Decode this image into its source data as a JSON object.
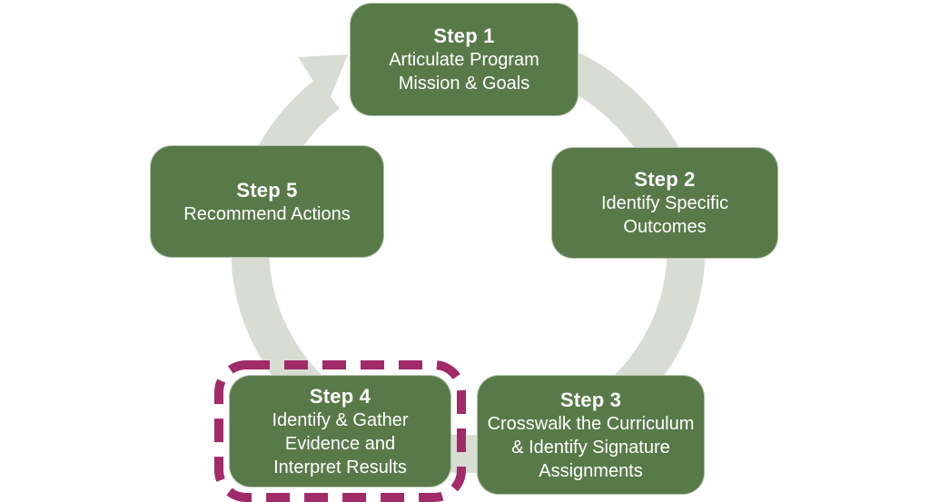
{
  "diagram": {
    "type": "cycle",
    "background_color": "#ffffff",
    "colors": {
      "box_green": "#587a49",
      "box_text": "#ffffff",
      "arrow_gray": "#d8ddd4",
      "highlight_magenta": "#a12a68"
    },
    "cycle_arrow": {
      "direction": "clockwise"
    },
    "steps": [
      {
        "title": "Step 1",
        "lines": [
          "Articulate Program",
          "Mission & Goals"
        ],
        "highlighted": false
      },
      {
        "title": "Step 2",
        "lines": [
          "Identify Specific",
          "Outcomes"
        ],
        "highlighted": false
      },
      {
        "title": "Step 3",
        "lines": [
          "Crosswalk the Curriculum",
          "& Identify Signature",
          "Assignments"
        ],
        "highlighted": false
      },
      {
        "title": "Step 4",
        "lines": [
          "Identify & Gather",
          "Evidence and",
          "Interpret Results"
        ],
        "highlighted": true
      },
      {
        "title": "Step 5",
        "lines": [
          "Recommend Actions"
        ],
        "highlighted": false
      }
    ]
  }
}
